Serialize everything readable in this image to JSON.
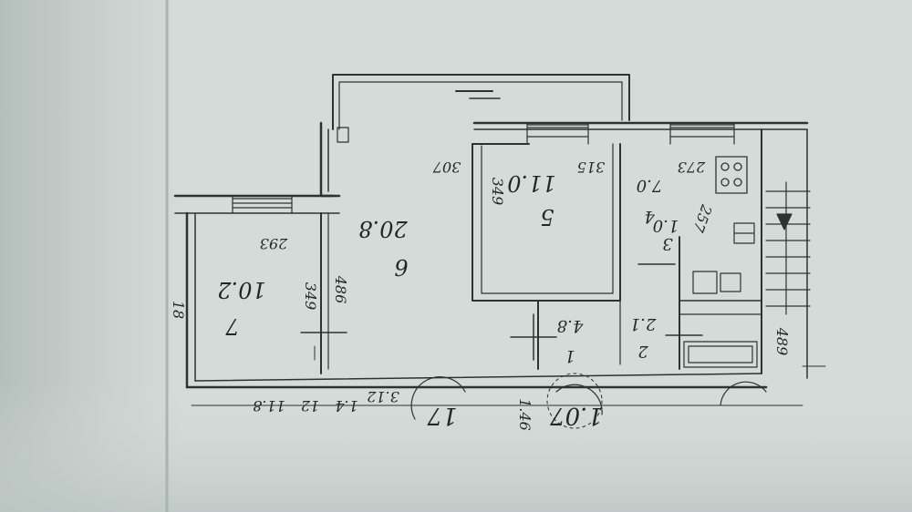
{
  "plan": {
    "rooms": [
      {
        "num": "5",
        "area": "11.0"
      },
      {
        "num": "6",
        "area": "20.8"
      },
      {
        "num": "7",
        "area": "10.2"
      },
      {
        "num": "4",
        "area": "7.0"
      },
      {
        "num": "3",
        "area": "1.0"
      },
      {
        "num": "2",
        "area": "2.1"
      },
      {
        "num": "1",
        "area": "4.8"
      }
    ],
    "dimensions": [
      "307",
      "315",
      "349",
      "273",
      "257",
      "293",
      "486",
      "349",
      "489"
    ],
    "bottom_marks": [
      "12",
      "11.8",
      "1.4",
      "3.12",
      "1.46",
      "17",
      "18",
      "1.07"
    ]
  },
  "colors": {
    "paper": "#d4dcd9",
    "ink": "#2b3432",
    "shadow": "#8d9693"
  }
}
